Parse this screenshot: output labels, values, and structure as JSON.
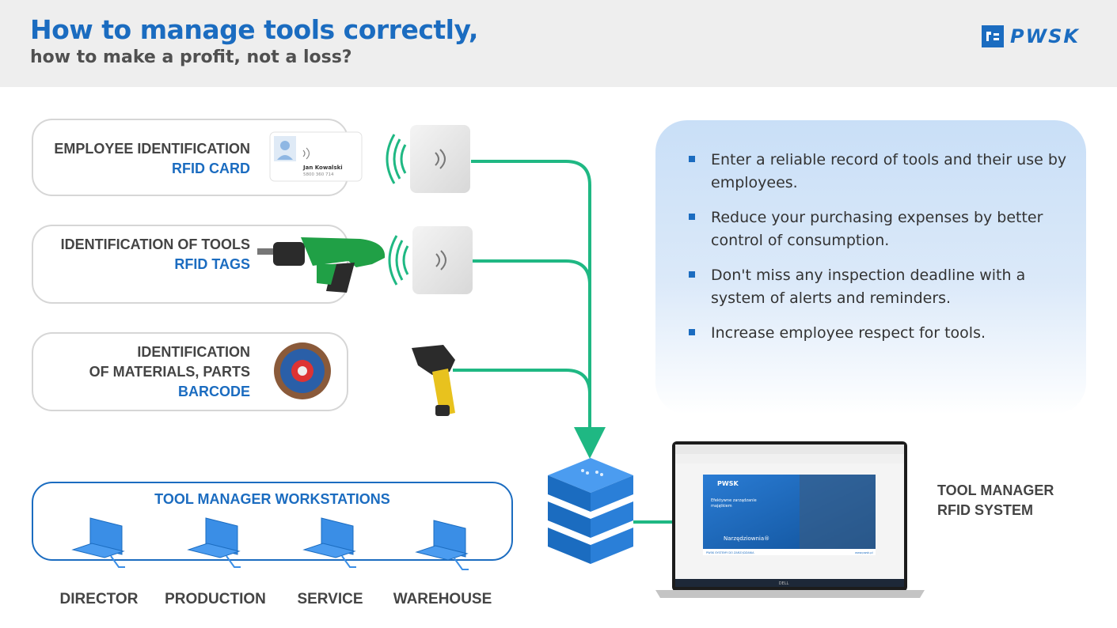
{
  "header": {
    "title": "How to manage tools correctly,",
    "subtitle": "how to make a profit, not a loss?",
    "logo_text": "PWSK"
  },
  "identification": [
    {
      "line1": "EMPLOYEE IDENTIFICATION",
      "line2": "",
      "tech": "RFID CARD"
    },
    {
      "line1": "IDENTIFICATION OF TOOLS",
      "line2": "",
      "tech": "RFID TAGS"
    },
    {
      "line1": "IDENTIFICATION",
      "line2": "OF MATERIALS, PARTS",
      "tech": "BARCODE"
    }
  ],
  "card": {
    "name": "Jan Kowalski",
    "number": "5800 360 714"
  },
  "benefits": [
    "Enter a reliable record of tools and their use by employees.",
    "Reduce your purchasing expenses by better control of consumption.",
    "Don't miss any inspection deadline with a system of alerts and reminders.",
    "Increase employee respect for tools."
  ],
  "workstations": {
    "title": "TOOL MANAGER WORKSTATIONS",
    "items": [
      "DIRECTOR",
      "PRODUCTION",
      "SERVICE",
      "WAREHOUSE"
    ]
  },
  "system": {
    "line1": "TOOL MANAGER",
    "line2": "RFID SYSTEM"
  },
  "laptop_screen": {
    "brand": "PWSK",
    "tagline_1": "Efektywne zarządzanie",
    "tagline_2": "majątkiem",
    "product": "Narzędziownia®",
    "footer_left": "PWSK SYSTEMY DO ZARZĄDZANIA",
    "footer_right": "www.pwsk.pl",
    "laptop_brand": "DELL"
  },
  "colors": {
    "brand_blue": "#1b6cc0",
    "connector_green": "#1fb883",
    "header_bg": "#eeeeee"
  },
  "icons": [
    "rfid-reader-icon",
    "barcode-scanner-icon",
    "server-icon",
    "laptop-icon",
    "drill-image",
    "flap-disc-image",
    "rfid-card-image"
  ]
}
